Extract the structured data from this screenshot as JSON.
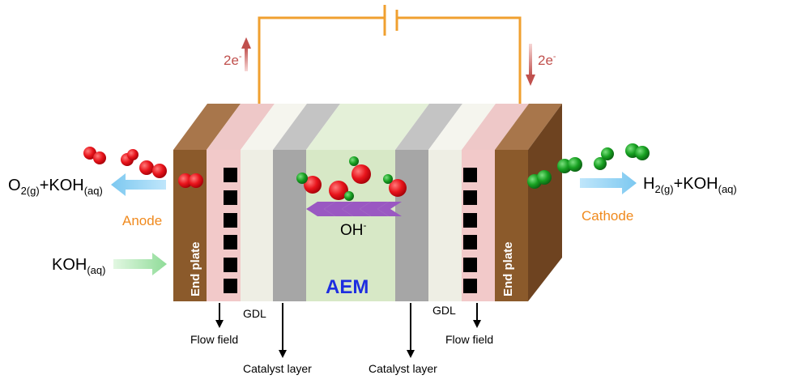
{
  "labels": {
    "electron_left": "2e",
    "electron_right": "2e",
    "electron_sup": "-",
    "anode": "Anode",
    "cathode": "Cathode",
    "hydroxide": "OH",
    "hydroxide_sup": "-",
    "aem": "AEM",
    "end_plate_left": "End plate",
    "end_plate_right": "End plate",
    "gdl_left": "GDL",
    "gdl_right": "GDL",
    "flow_field_left": "Flow field",
    "flow_field_right": "Flow field",
    "catalyst_left": "Catalyst layer",
    "catalyst_right": "Catalyst layer"
  },
  "streams": {
    "o2_out": {
      "main1": "O",
      "sub1": "2(g)",
      "main2": "+KOH",
      "sub2": "(aq)"
    },
    "koh_in": {
      "main": "KOH",
      "sub": "(aq)"
    },
    "h2_out": {
      "main1": "H",
      "sub1": "2(g)",
      "main2": "+KOH",
      "sub2": "(aq)"
    }
  },
  "colors": {
    "wire": "#f0a030",
    "anode_label": "#f08a1e",
    "cathode_label": "#f08a1e",
    "aem_label": "#1e2ee0",
    "electron_arrow": "#c0504d",
    "end_plate": "#8b5a2b",
    "flow_plate": "#f2c9c9",
    "gdl": "#eeeee4",
    "catalyst": "#a6a6a6",
    "membrane": "#d7e8c6",
    "oxygen": "#e8141b",
    "hydrogen": "#17a021",
    "hydroxide_arrow": "#9a58c2"
  }
}
